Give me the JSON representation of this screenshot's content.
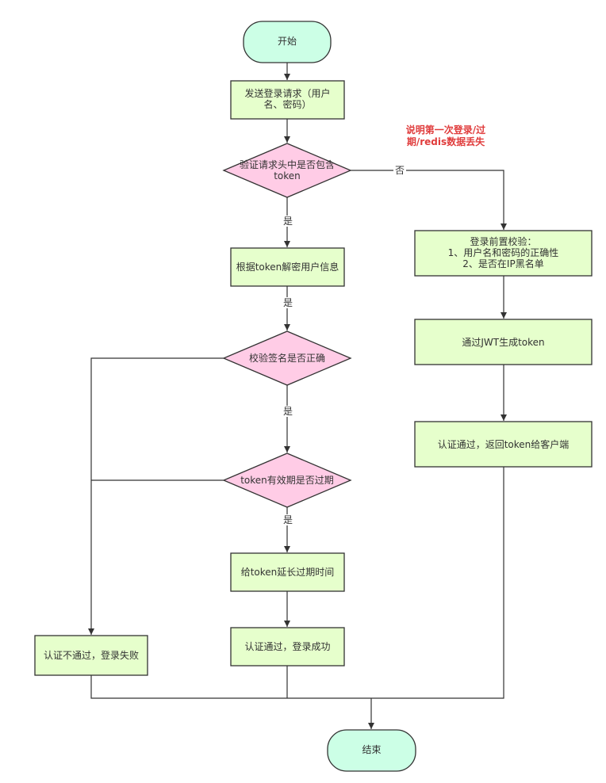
{
  "colors": {
    "terminal_fill": "#ccffe6",
    "process_fill": "#e6ffcc",
    "decision_fill": "#ffcce6",
    "stroke": "#333333",
    "note_text": "#e03c3c"
  },
  "nodes": {
    "start": "开始",
    "send_login": "发送登录请求（用户\n名、密码）",
    "check_token_header": "验证请求头中是否包含\ntoken",
    "decode_token": "根据token解密用户信息",
    "check_signature": "校验签名是否正确",
    "check_expiry": "token有效期是否过期",
    "extend_expiry": "给token延长过期时间",
    "auth_success": "认证通过，登录成功",
    "auth_fail": "认证不通过，登录失败",
    "pre_login_check": "登录前置校验：\n1、用户名和密码的正确性\n2、是否在IP黑名单",
    "jwt_generate": "通过JWT生成token",
    "return_token": "认证通过，返回token给客户端",
    "end": "结束"
  },
  "edge_labels": {
    "no": "否",
    "yes1": "是",
    "yes2": "是",
    "yes3": "是",
    "yes4": "是"
  },
  "note": "说明第一次登录/过\n期/redis数据丢失"
}
